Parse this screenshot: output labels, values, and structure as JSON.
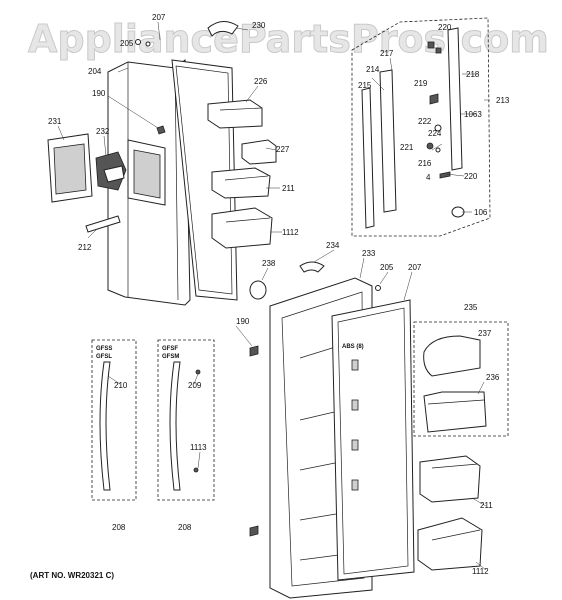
{
  "watermark": "AppliancePartsPros.com",
  "art_no": "(ART NO. WR20321 C)",
  "labels": {
    "l207a": "207",
    "l230": "230",
    "l205a": "205",
    "l204": "204",
    "l226": "226",
    "l190a": "190",
    "l231": "231",
    "l232": "232",
    "l227": "227",
    "l211a": "211",
    "l1112a": "1112",
    "l212": "212",
    "l220a": "220",
    "l217": "217",
    "l214": "214",
    "l215": "215",
    "l218": "218",
    "l219": "219",
    "l213": "213",
    "l222": "222",
    "l1063": "1063",
    "l224": "224",
    "l221": "221",
    "l216": "216",
    "l4": "4",
    "l220b": "220",
    "l106": "106",
    "l234": "234",
    "l238": "238",
    "l233": "233",
    "l205b": "205",
    "l207b": "207",
    "l235": "235",
    "l237": "237",
    "l236": "236",
    "l190b": "190",
    "l210": "210",
    "l209": "209",
    "l1113": "1113",
    "l208a": "208",
    "l208b": "208",
    "l211b": "211",
    "l1112b": "1112",
    "gfss": "GFSS",
    "gfsl": "GFSL",
    "gfsf": "GFSF",
    "gfsm": "GFSM",
    "abs": "ABS (8)"
  }
}
